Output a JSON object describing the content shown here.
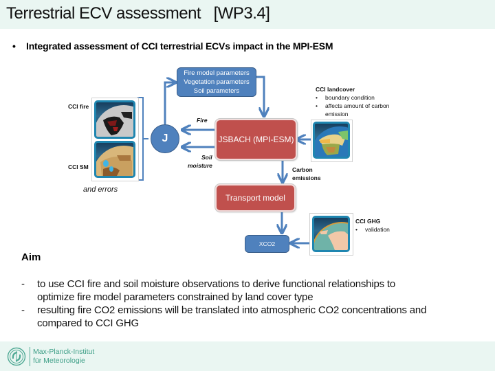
{
  "header": {
    "title": "Terrestrial ECV assessment   [WP3.4]"
  },
  "intro_bullet": {
    "marker": "•",
    "text": "Integrated assessment of CCI terrestrial ECVs impact in the MPI-ESM"
  },
  "diagram": {
    "parameters_box": {
      "lines": [
        "Fire model parameters",
        "Vegetation parameters",
        "Soil parameters"
      ]
    },
    "j_node": "J",
    "jsbach_box": "JSBACH (MPI-ESM)",
    "transport_box": "Transport model",
    "xco2_box": "XCO2",
    "arrow_labels": {
      "fire": "Fire",
      "soil_moisture_1": "Soil",
      "soil_moisture_2": "moisture",
      "carbon_1": "Carbon",
      "carbon_2": "emissions"
    },
    "inputs": {
      "cci_fire": "CCI fire",
      "cci_sm": "CCI SM",
      "and_errors": "and errors"
    },
    "landcover": {
      "heading": "CCI landcover",
      "bullets": [
        "boundary condition",
        "affects amount of carbon"
      ],
      "bullet_continuation": "emission"
    },
    "ghg": {
      "heading": "CCI GHG",
      "bullets": [
        "validation"
      ]
    },
    "colors": {
      "blue": "#4f81bd",
      "red": "#c0504d",
      "arrow": "#4f81bd"
    }
  },
  "aim": {
    "heading": "Aim",
    "items": [
      {
        "marker": "-",
        "line1": "to use CCI fire and soil moisture observations to derive functional relationships to",
        "line2": "optimize fire model parameters constrained by land cover type"
      },
      {
        "marker": "-",
        "line1": "resulting fire CO2 emissions will be translated into atmospheric CO2 concentrations and",
        "line2": "compared to CCI GHG"
      }
    ]
  },
  "footer": {
    "institute_line1": "Max-Planck-Institut",
    "institute_line2": "für Meteorologie",
    "brand_color": "#3c9e86",
    "band_color": "#eaf6f2"
  }
}
